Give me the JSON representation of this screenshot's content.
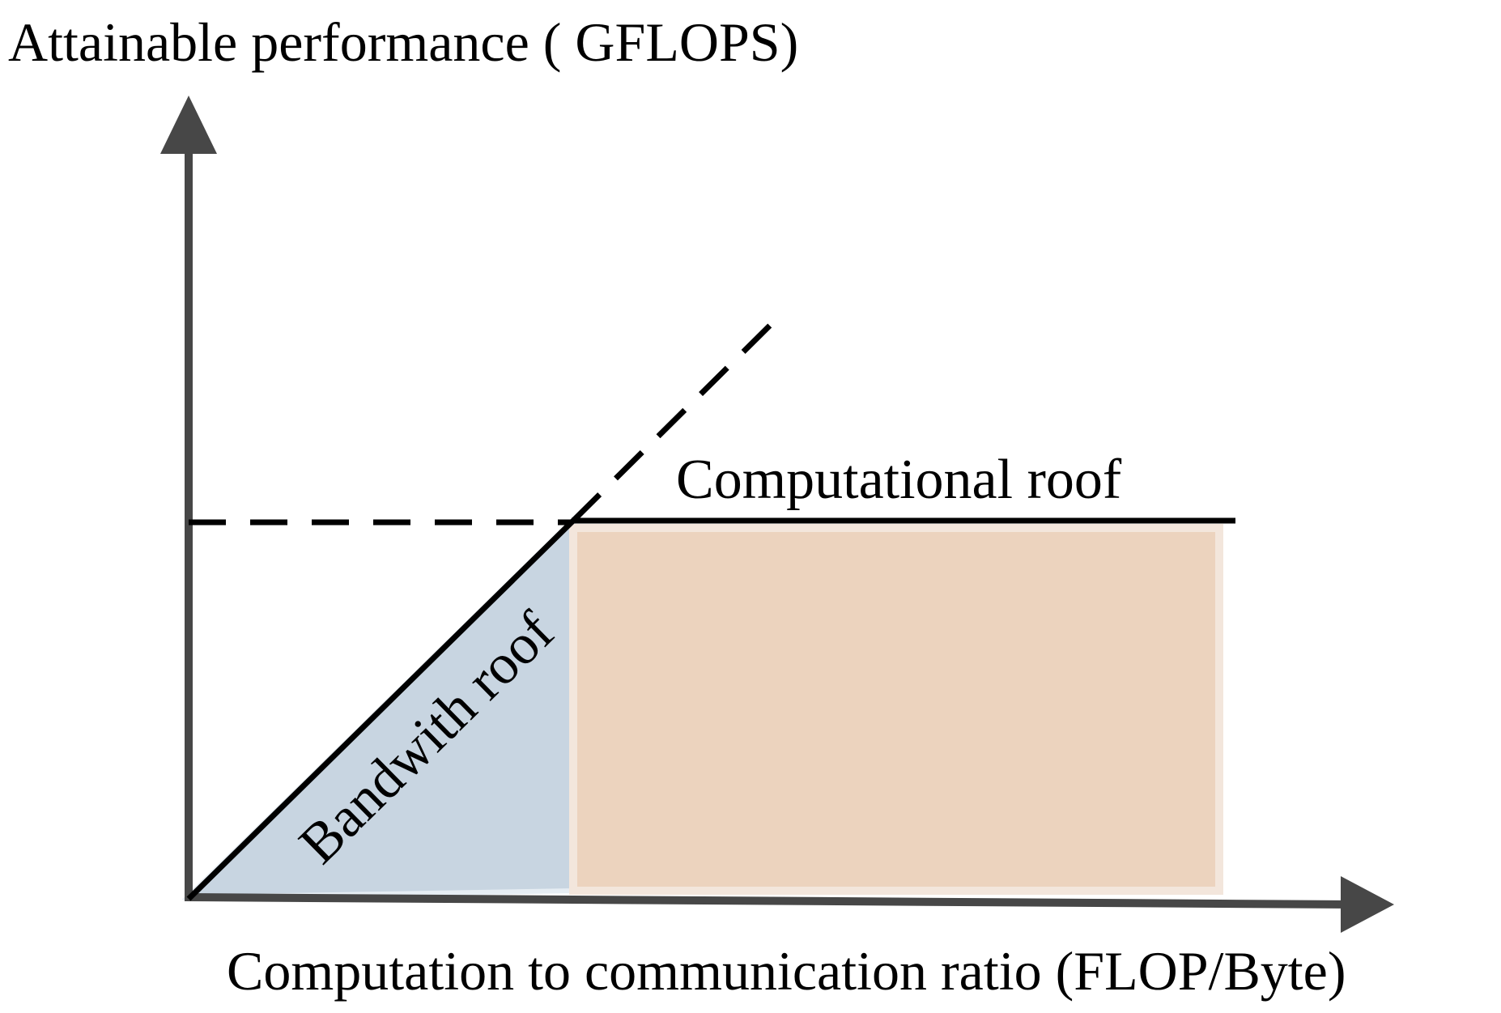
{
  "diagram": {
    "y_axis_label": "Attainable performance ( GFLOPS)",
    "x_axis_label": "Computation to communication ratio (FLOP/Byte)",
    "computational_roof_label": "Computational roof",
    "bandwidth_roof_label": "Bandwith roof",
    "colors": {
      "axis": "#474747",
      "roof_line": "#000000",
      "memory_bound_region": "#c8d5e1",
      "compute_bound_region": "#ecd3be"
    }
  }
}
